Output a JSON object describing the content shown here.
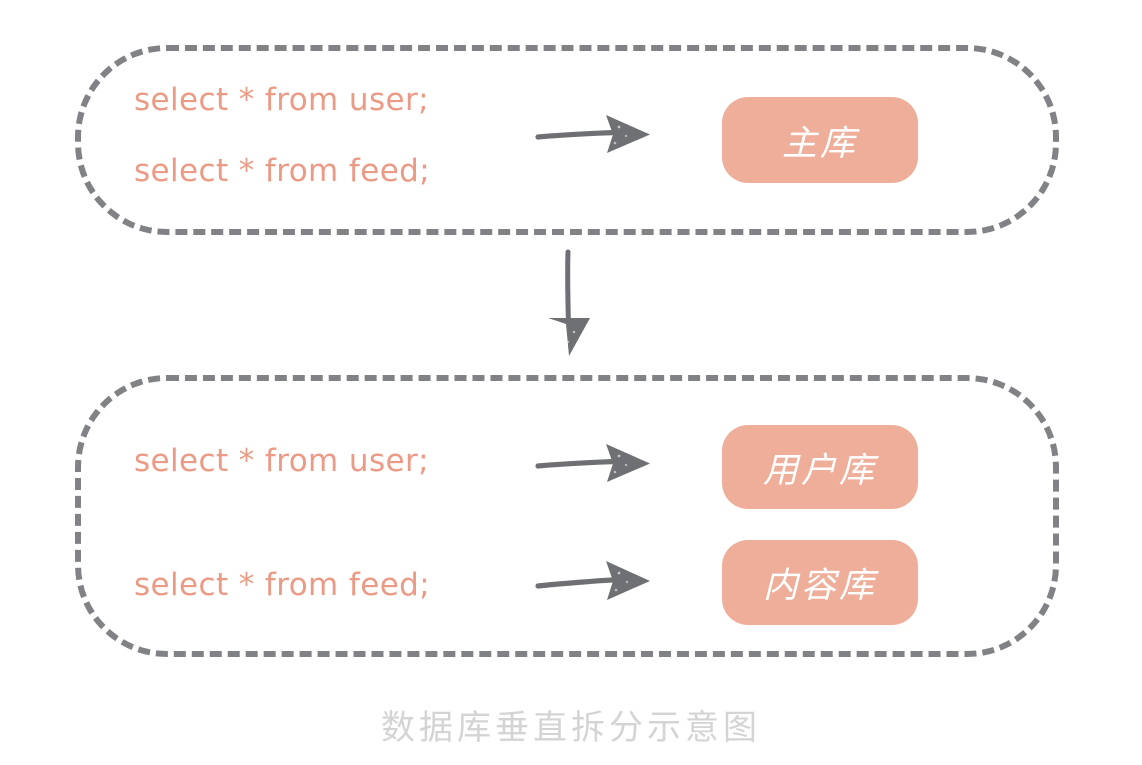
{
  "diagram": {
    "caption": "数据库垂直拆分示意图",
    "colors": {
      "sql_text": "#eb9b85",
      "db_box_fill": "#eeae99",
      "db_box_label": "#ffffff",
      "dashed_border": "#808285",
      "arrow": "#6e7073",
      "caption": "#d4d4d4",
      "background": "#ffffff"
    },
    "groups": [
      {
        "id": "before-split",
        "queries": [
          "select * from user;",
          "select * from feed;"
        ],
        "databases": [
          {
            "label": "主库"
          }
        ]
      },
      {
        "id": "after-split",
        "queries": [
          "select * from user;",
          "select * from feed;"
        ],
        "databases": [
          {
            "label": "用户库"
          },
          {
            "label": "内容库"
          }
        ]
      }
    ]
  }
}
